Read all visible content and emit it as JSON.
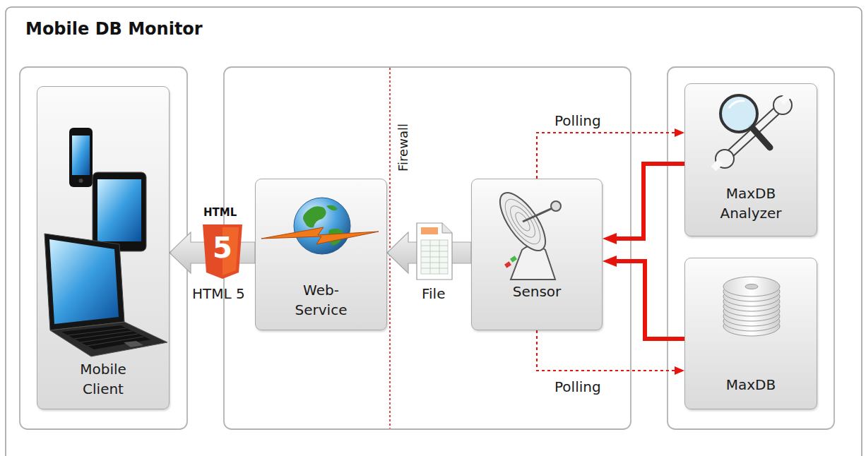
{
  "diagram": {
    "title": "Mobile DB Monitor",
    "nodes": [
      {
        "text": [
          "Mobile Client"
        ]
      },
      {
        "text": [
          "Web- Service"
        ]
      },
      {
        "text": [
          "Sensor"
        ]
      },
      {
        "text": [
          "MaxDB Analyzer"
        ]
      },
      {
        "text": [
          "MaxDB"
        ]
      }
    ],
    "edges": [
      {
        "from": 1,
        "to": 0,
        "arrow": "to",
        "label": "HTML 5"
      },
      {
        "from": 2,
        "to": 1,
        "arrow": "to",
        "label": "File"
      },
      {
        "from": 2,
        "to": 3,
        "arrow": "to",
        "label": "Polling"
      },
      {
        "from": 3,
        "to": 2,
        "arrow": "to"
      },
      {
        "from": 4,
        "to": 2,
        "arrow": "to"
      },
      {
        "from": 2,
        "to": 4,
        "arrow": "to",
        "label": "Polling"
      }
    ],
    "labels": [
      "HTML",
      "5",
      "Firewall"
    ]
  }
}
